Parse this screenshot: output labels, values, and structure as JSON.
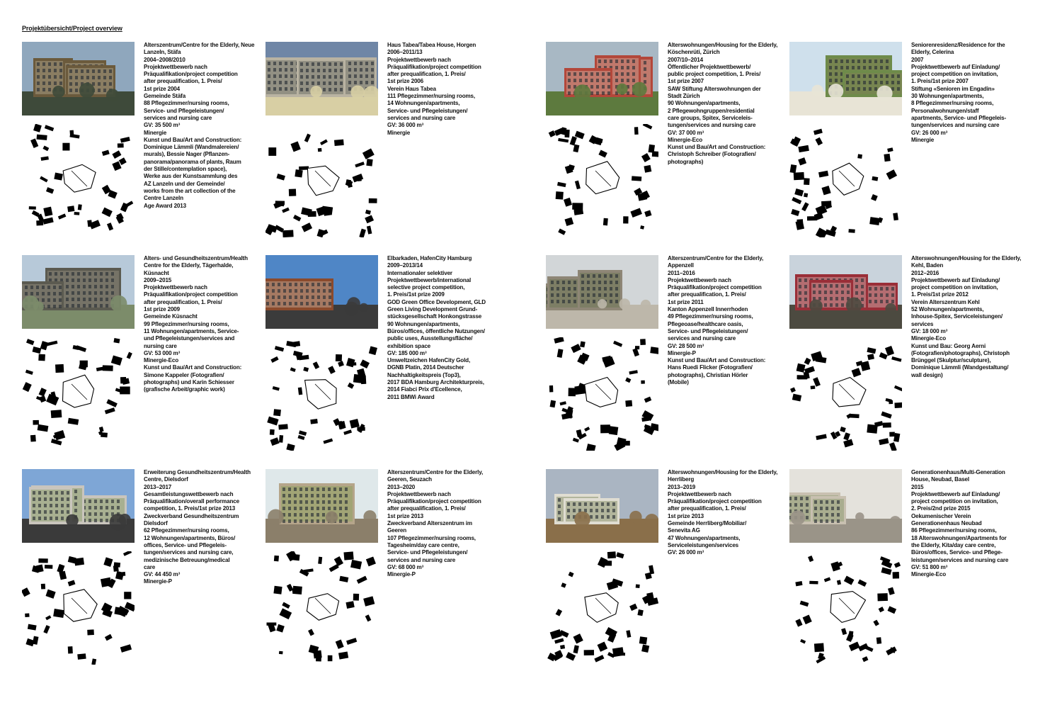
{
  "header": {
    "title": "Projektübersicht/Project overview"
  },
  "projects": [
    {
      "name": "Alterszentrum/Centre for the Elderly, Neue Lanzeln, Stäfa",
      "lines": [
        "2004–2008/2010",
        "Projektwettbewerb nach",
        "Präqualifikation/project competition",
        "after prequalification, 1. Preis/",
        "1st prize 2004",
        "Gemeinde Stäfa",
        "88 Pflegezimmer/nursing rooms,",
        "Service- und Pflegeleistungen/",
        "services and nursing care",
        "GV: 35 500 m³",
        "Minergie",
        "Kunst und Bau/Art and Construction:",
        "Dominique Lämmli (Wandmalereien/",
        "murals), Bessie Nager (Pflanzen-",
        "panorama/panorama of plants, Raum",
        "der Stille/contemplation space),",
        "Werke aus der Kunstsammlung des",
        "AZ Lanzeln und der Gemeinde/",
        "works from the art collection of the",
        "Centre Lanzeln",
        "Age Award 2013"
      ],
      "photo_palette": [
        "#8fa7bd",
        "#6b5a3c",
        "#c7c0a8",
        "#3e4a3a"
      ]
    },
    {
      "name": "Haus Tabea/Tabea House, Horgen",
      "lines": [
        "2006–2011/13",
        "Projektwettbewerb nach",
        "Präqualifikation/project competition",
        "after prequalification, 1. Preis/",
        "1st prize 2006",
        "Verein Haus Tabea",
        "111 Pflegezimmer/nursing rooms,",
        "14 Wohnungen/apartments,",
        "Service- und Pflegeleistungen/",
        "services and nursing care",
        "GV: 36 000 m³",
        "Minergie"
      ],
      "photo_palette": [
        "#6f86a6",
        "#b9b3a2",
        "#4a4f4a",
        "#d8cfa4"
      ]
    },
    {
      "name": "Alterswohnungen/Housing for the Elderly, Köschenrüti, Zürich",
      "lines": [
        "2007/10–2014",
        "Öffentlicher Projektwettbewerb/",
        "public project competition, 1. Preis/",
        "1st prize 2007",
        "SAW Stiftung Alterswohnungen der",
        "Stadt Zürich",
        "90 Wohnungen/apartments,",
        "2 Pflegewohngruppen/residential",
        "care groups, Spitex, Serviceleis-",
        "tungen/services and nursing care",
        "GV: 37 000 m³",
        "Minergie-Eco",
        "Kunst und Bau/Art and Construction:",
        "Christoph Schreiber (Fotografien/",
        "photographs)"
      ],
      "photo_palette": [
        "#a8b8c4",
        "#b3473a",
        "#d9d6cc",
        "#5d7a3e"
      ]
    },
    {
      "name": "Seniorenresidenz/Residence for the Elderly, Celerina",
      "lines": [
        "2007",
        "Projektwettbewerb auf Einladung/",
        "project competition on invitation,",
        "1. Preis/1st prize 2007",
        "Stiftung «Senioren im Engadin»",
        "30 Wohnungen/apartments,",
        "8 Pflegezimmer/nursing rooms,",
        "Personalwohnungen/staff",
        "apartments, Service- und Pflegeleis-",
        "tungen/services and nursing care",
        "GV: 26 000 m³",
        "Minergie"
      ],
      "photo_palette": [
        "#cfe0ec",
        "#6e8b4a",
        "#8a7a5c",
        "#e8e4d6"
      ]
    },
    {
      "name": "Alters- und Gesundheitszentrum/Health Centre for the Elderly, Tägerhalde, Küsnacht",
      "lines": [
        "2009–2015",
        "Projektwettbewerb nach",
        "Präqualifikation/project competition",
        "after prequalification, 1. Preis/",
        "1st prize 2009",
        "Gemeinde Küsnacht",
        "99 Pflegezimmer/nursing rooms,",
        "11 Wohnungen/apartments, Service-",
        "und Pflegeleistungen/services and",
        "nursing care",
        "GV: 53 000 m³",
        "Minergie-Eco",
        "Kunst und Bau/Art and Construction:",
        "Simone Kappeler (Fotografien/",
        "photographs) und Karin Schiesser",
        "(grafische Arbeit/graphic work)"
      ],
      "photo_palette": [
        "#b7c9d9",
        "#5b5a50",
        "#a9a493",
        "#7c8c6a"
      ]
    },
    {
      "name": "Elbarkaden, HafenCity Hamburg",
      "lines": [
        "2009–2013/14",
        "Internationaler selektiver",
        "Projektwettbewerb/international",
        "selective project competition,",
        "1. Preis/1st prize 2009",
        "GOD Green Office Development, GLD",
        "Green Living Development Grund-",
        "stücksgesellschaft Honkongstrasse",
        "90 Wohnungen/apartments,",
        "Büros/offices, öffentliche Nutzungen/",
        "public uses, Ausstellungsfläche/",
        "exhibition space",
        "GV: 185 000 m³",
        "Umweltzeichen HafenCity Gold,",
        "DGNB Platin, 2014 Deutscher",
        "Nachhaltigkeitspreis (Top3),",
        "2017 BDA Hamburg Architekturpreis,",
        "2014 Fiabci Prix d'Ecellence,",
        "2011 BMWi Award"
      ],
      "photo_palette": [
        "#4f86c6",
        "#8b4a2c",
        "#d7d2c8",
        "#3b3b3b"
      ]
    },
    {
      "name": "Alterszentrum/Centre for the Elderly, Appenzell",
      "lines": [
        "2011–2016",
        "Projektwettbewerb nach",
        "Präqualifikation/project competition",
        "after prequalification, 1. Preis/",
        "1st prize 2011",
        "Kanton Appenzell Innerrhoden",
        "49 Pflegezimmer/nursing rooms,",
        "Pflegeoase/healthcare oasis,",
        "Service- und Pflegeleistungen/",
        "services and nursing care",
        "GV: 28 500 m³",
        "Minergie-P",
        "Kunst und Bau/Art and Construction:",
        "Hans Ruedi Flicker (Fotografien/",
        "photographs), Christian Hörler",
        "(Mobile)"
      ],
      "photo_palette": [
        "#d2d6d8",
        "#8e8676",
        "#5f7048",
        "#bdb7aa"
      ]
    },
    {
      "name": "Alterswohnungen/Housing for the Elderly, Kehl, Baden",
      "lines": [
        "2012–2016",
        "Projektwettbewerb auf Einladung/",
        "project competition on invitation,",
        "1. Preis/1st prize 2012",
        "Verein Alterszentrum Kehl",
        "52 Wohnungen/apartments,",
        "Inhouse-Spitex, Serviceleistungen/",
        "services",
        "GV: 18 000 m³",
        "Minergie-Eco",
        "Kunst und Bau: Georg Aerni",
        "(Fotografien/photographs), Christoph",
        "Brünggel (Skulptur/sculpture),",
        "Dominique Lämmli (Wandgestaltung/",
        "wall design)"
      ],
      "photo_palette": [
        "#c9d3dc",
        "#9a2e38",
        "#e6e3dc",
        "#4c4a40"
      ]
    },
    {
      "name": "Erweiterung Gesundheitszentrum/Health Centre, Dielsdorf",
      "lines": [
        "2013–2017",
        "Gesamtleistungswettbewerb nach",
        "Präqualifikation/overall performance",
        "competition, 1. Preis/1st prize 2013",
        "Zweckverband Gesundheitszentrum",
        "Dielsdorf",
        "62 Pflegezimmer/nursing rooms,",
        "12 Wohnungen/apartments, Büros/",
        "offices, Service- und Pflegeleis-",
        "tungen/services and nursing care,",
        "medizinische Betreuung/medical",
        "care",
        "GV: 44 450 m³",
        "Minergie-P"
      ],
      "photo_palette": [
        "#7ea6d6",
        "#c9c5bd",
        "#6b8a3e",
        "#3a3a3a"
      ]
    },
    {
      "name": "Alterszentrum/Centre for the Elderly, Geeren, Seuzach",
      "lines": [
        "2013–2020",
        "Projektwettbewerb nach",
        "Präqualifikation/project competition",
        "after prequalification, 1. Preis/",
        "1st prize 2013",
        "Zweckverband Alterszentrum im",
        "Geeren",
        "107 Pflegezimmer/nursing rooms,",
        "Tagesheim/day care centre,",
        "Service- und Pflegeleistungen/",
        "services and nursing care",
        "GV: 68 000 m³",
        "Minergie-P"
      ],
      "photo_palette": [
        "#dfe8ea",
        "#b5a58a",
        "#7aa24c",
        "#8b7f6a"
      ]
    },
    {
      "name": "Alterswohnungen/Housing for the Elderly, Herrliberg",
      "lines": [
        "2013–2019",
        "Projektwettbewerb nach",
        "Präqualifikation/project competition",
        "after prequalification, 1. Preis/",
        "1st prize 2013",
        "Gemeinde Herrliberg/Mobiliar/",
        "Senevita AG",
        "47 Wohnungen/apartments,",
        "Serviceleistungen/services",
        "GV: 26 000 m³"
      ],
      "photo_palette": [
        "#aab5c2",
        "#e0ddd2",
        "#5c6a3a",
        "#8a6f4a"
      ]
    },
    {
      "name": "Generationenhaus/Multi-Generation House, Neubad, Basel",
      "lines": [
        "2015",
        "Projektwettbewerb auf Einladung/",
        "project competition on invitation,",
        "2. Preis/2nd prize 2015",
        "Oekumenischer Verein",
        "Generationenhaus Neubad",
        "86 Pflegezimmer/nursing rooms,",
        "18 Alterswohnungen/Apartments for",
        "the Elderly, Kita/day care centre,",
        "Büros/offices, Service- und Pflege-",
        "leistungen/services and nursing care",
        "GV: 51 800 m³",
        "Minergie-Eco"
      ],
      "photo_palette": [
        "#e4e2dc",
        "#c8c0b0",
        "#6f8a52",
        "#9a9488"
      ]
    }
  ]
}
